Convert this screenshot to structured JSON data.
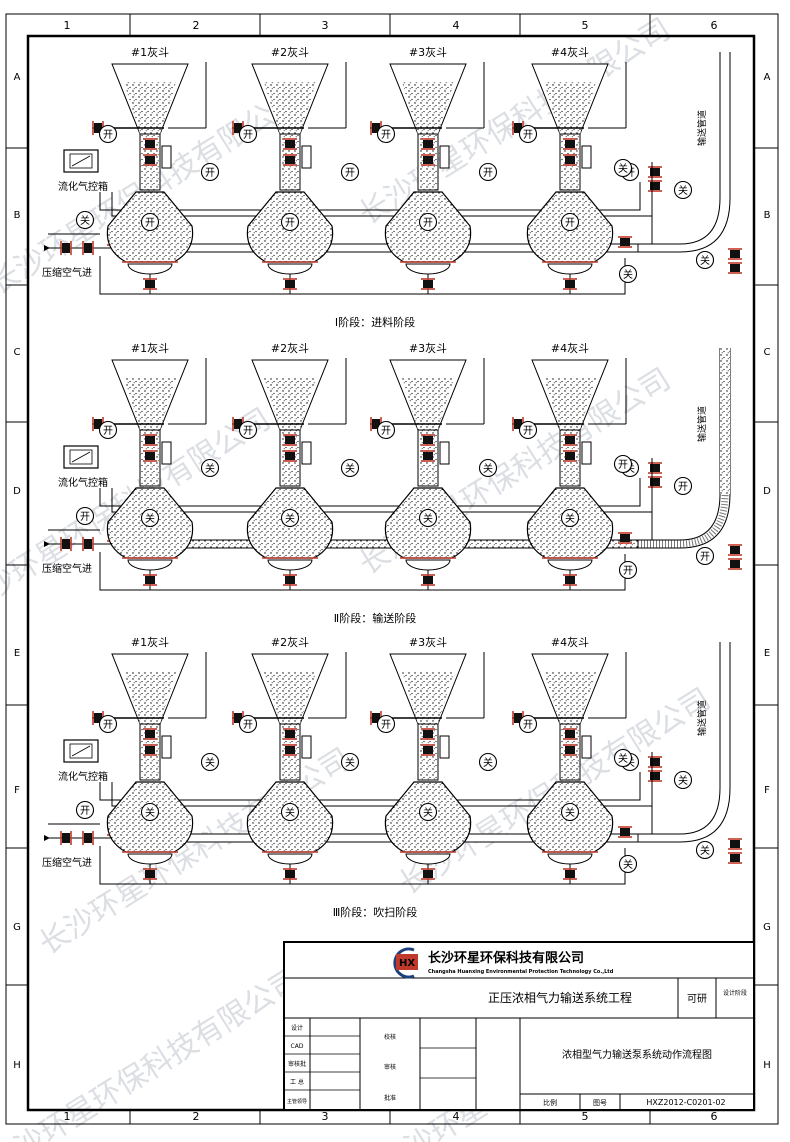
{
  "sheet": {
    "col_labels": [
      "1",
      "2",
      "3",
      "4",
      "5",
      "6"
    ],
    "row_labels": [
      "A",
      "B",
      "C",
      "D",
      "E",
      "F",
      "G",
      "H"
    ]
  },
  "labels": {
    "hoppers": [
      "#1灰斗",
      "#2灰斗",
      "#3灰斗",
      "#4灰斗"
    ],
    "control_box": "流化气控箱",
    "air_inlet": "压缩空气进",
    "pipeline": "输送管道",
    "valve_open": "开",
    "valve_close": "关"
  },
  "stages": [
    {
      "title": "Ⅰ阶段：进料阶段",
      "v_top": "开",
      "v_mid": "开",
      "v_pump": "开",
      "v_fluid": "关",
      "v_pipe": "关",
      "v_out": "关",
      "v_bot": "关",
      "conveying": false
    },
    {
      "title": "Ⅱ阶段：输送阶段",
      "v_top": "开",
      "v_mid": "关",
      "v_pump": "关",
      "v_fluid": "开",
      "v_pipe": "开",
      "v_out": "开",
      "v_bot": "开",
      "conveying": true
    },
    {
      "title": "Ⅲ阶段：吹扫阶段",
      "v_top": "开",
      "v_mid": "关",
      "v_pump": "关",
      "v_fluid": "开",
      "v_pipe": "关",
      "v_out": "关",
      "v_bot": "关",
      "conveying": false
    }
  ],
  "title_block": {
    "company": "长沙环星环保科技有限公司",
    "company_en": "Changsha Huanxing Environmental Protection Technology Co.,Ltd",
    "logo": "HX",
    "project": "正压浓相气力输送系统工程",
    "phase": "可研",
    "design_stage": "设计阶段",
    "drawing_name": "浓相型气力输送泵系统动作流程图",
    "drawing_no": "HXZ2012-C0201-02",
    "left_rows": [
      "设计",
      "CAD",
      "审核批",
      "工 总",
      "主管领导"
    ],
    "mid_rows": [
      "校核",
      "审核",
      "批准"
    ],
    "scale_label": "比例",
    "no_label": "图号"
  },
  "watermark": "长沙环星环保科技有限公司"
}
